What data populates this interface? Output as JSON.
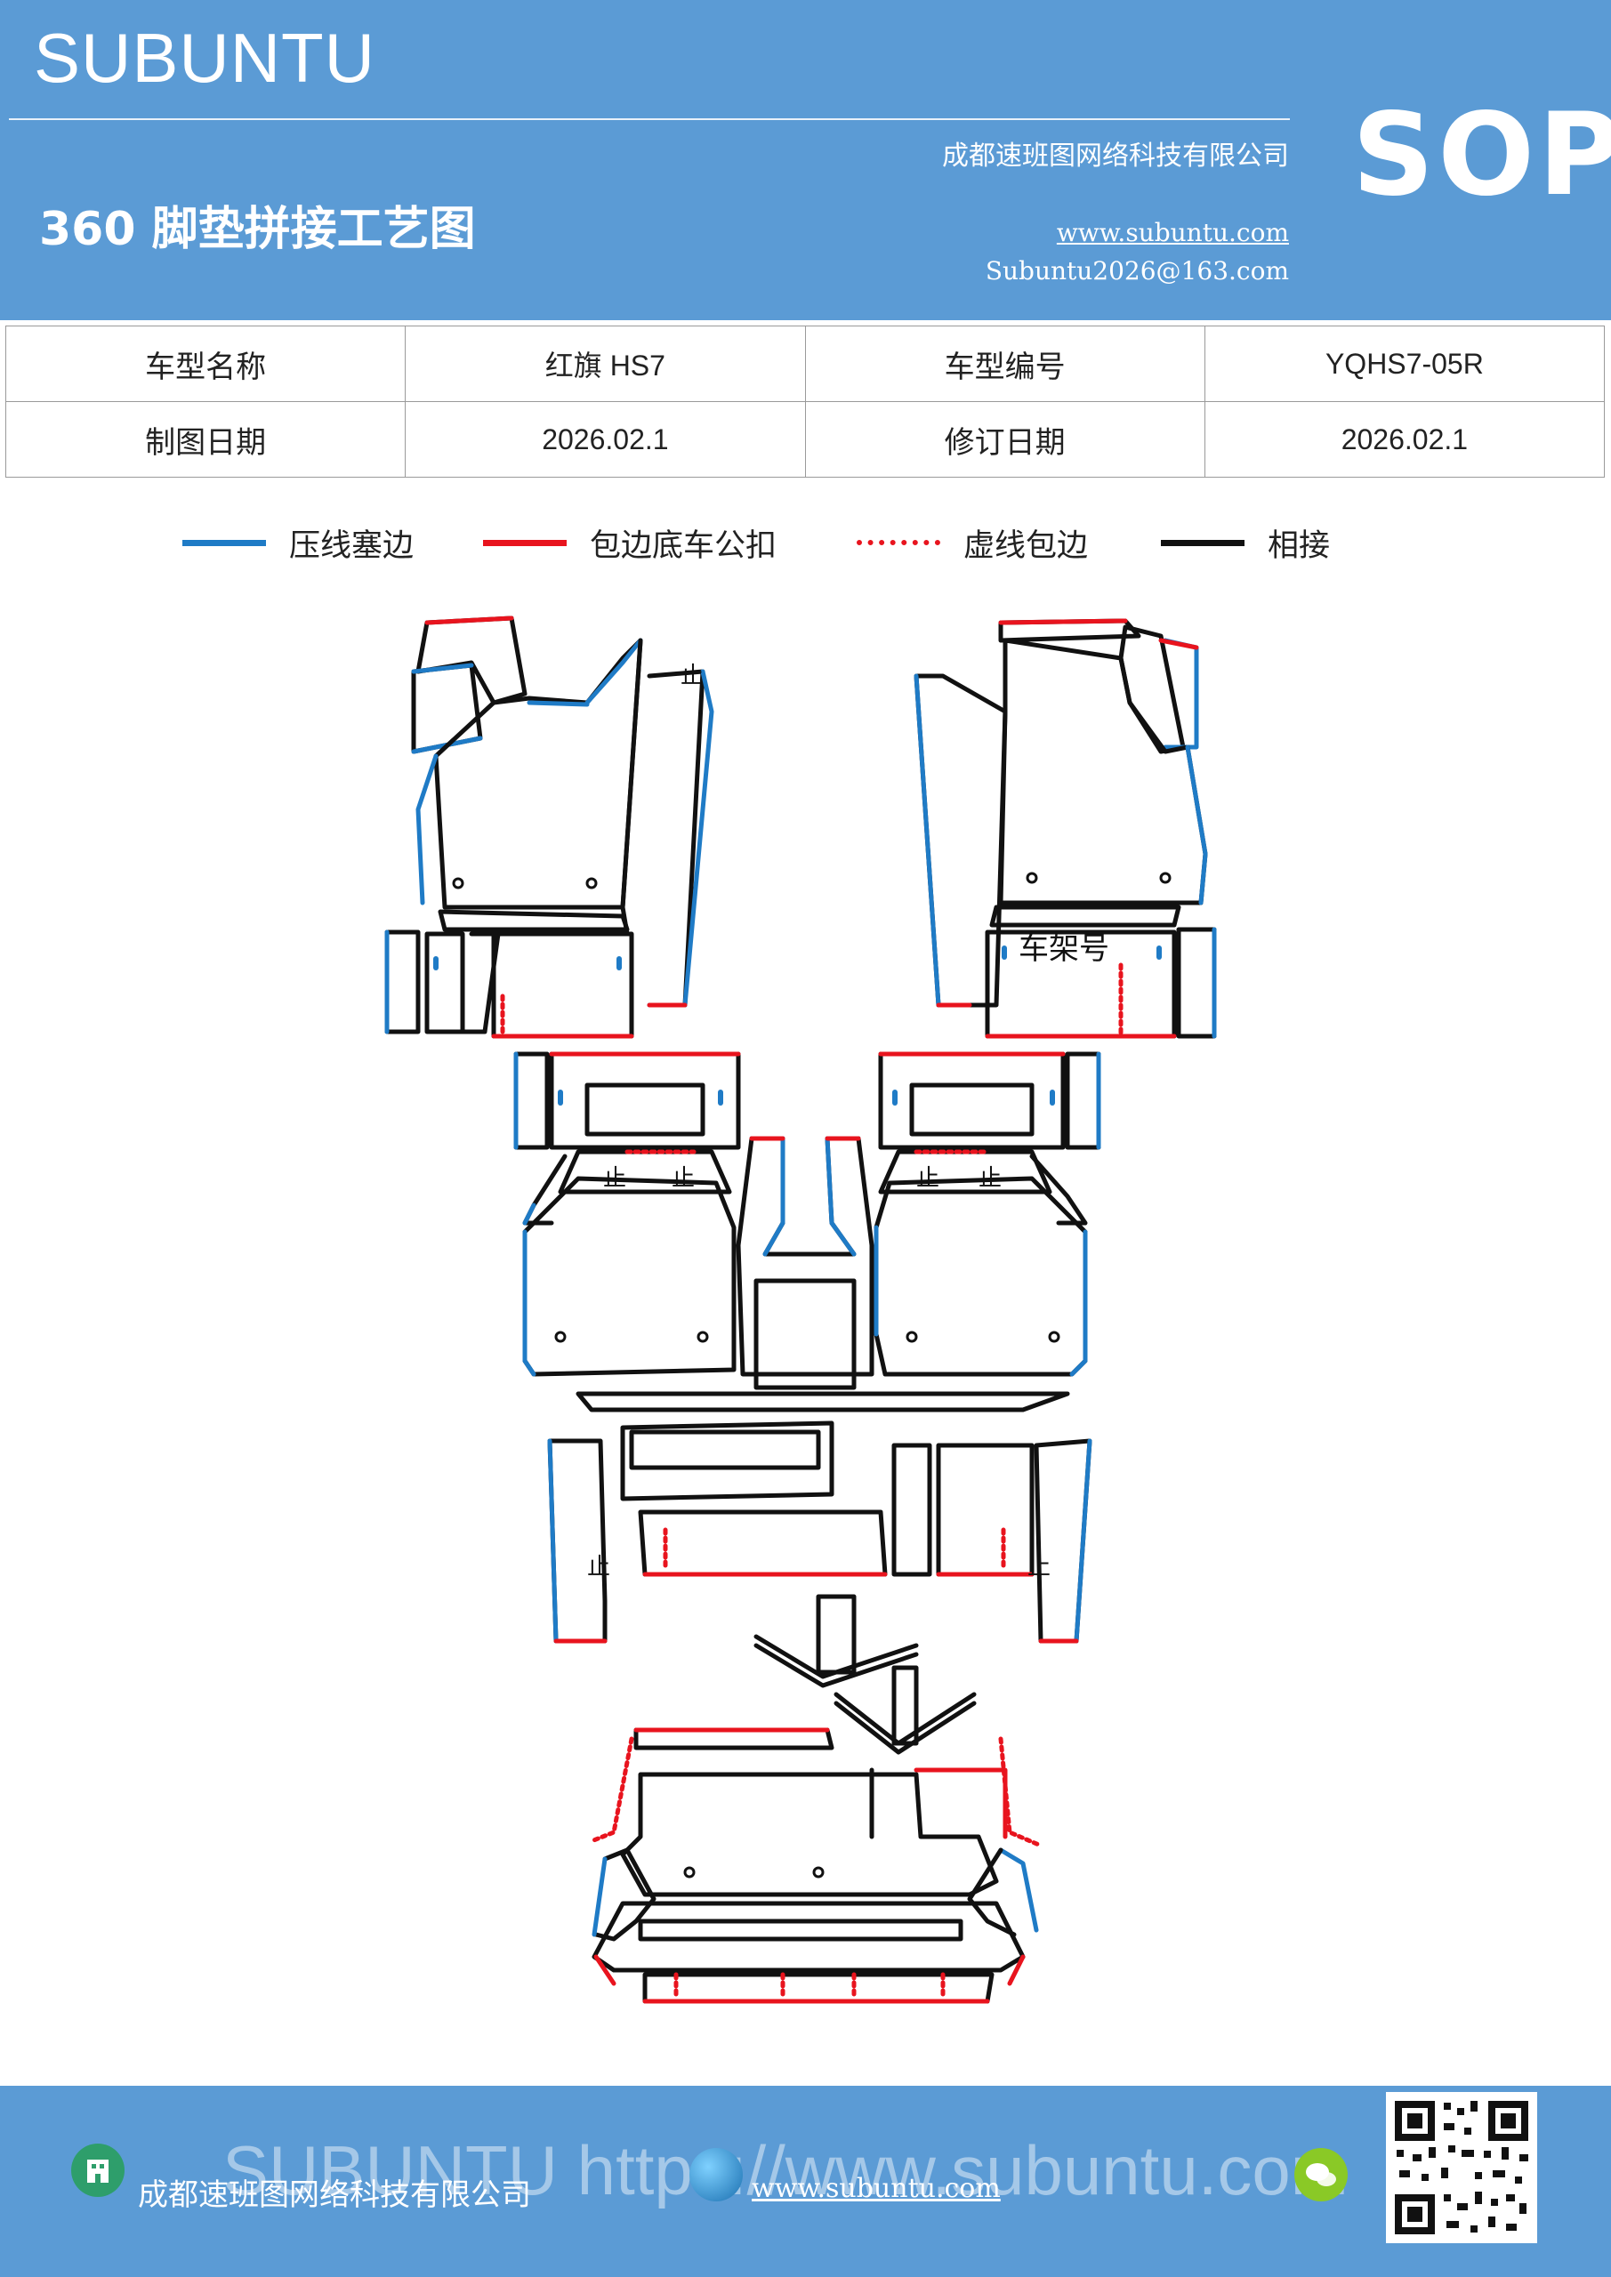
{
  "header": {
    "brand": "SUBUNTU",
    "company": "成都速班图网络科技有限公司",
    "title": "360 脚垫拼接工艺图",
    "website": "www.subuntu.com",
    "email": "Subuntu2026@163.com",
    "badge": "SOP"
  },
  "info_table": {
    "model_name_label": "车型名称",
    "model_name_value": "红旗 HS7",
    "model_code_label": "车型编号",
    "model_code_value": "YQHS7-05R",
    "drawing_date_label": "制图日期",
    "drawing_date_value": "2026.02.1",
    "revision_date_label": "修订日期",
    "revision_date_value": "2026.02.1"
  },
  "legend": [
    {
      "label": "压线塞边",
      "color": "#1f7bc6",
      "style": "solid"
    },
    {
      "label": "包边底车公扣",
      "color": "#e8141e",
      "style": "solid"
    },
    {
      "label": "虚线包边",
      "color": "#e8141e",
      "style": "dotted"
    },
    {
      "label": "相接",
      "color": "#111111",
      "style": "solid"
    }
  ],
  "diagram": {
    "frame_label": "车架号",
    "stop_mark": "止"
  },
  "footer": {
    "watermark": "SUBUNTU https://www.subuntu.com",
    "company": "成都速班图网络科技有限公司",
    "website": "www.subuntu.com"
  },
  "colors": {
    "header_bg": "#5b9bd5",
    "blue_line": "#1f7bc6",
    "red_line": "#e8141e",
    "black_line": "#111111"
  }
}
